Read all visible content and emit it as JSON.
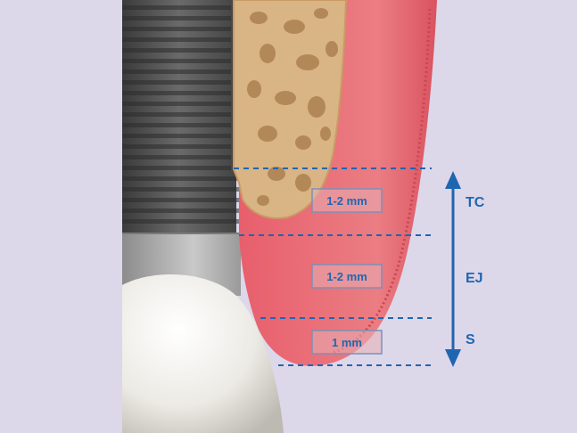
{
  "colors": {
    "background": "#ddd7ea",
    "accent_blue": "#1f66b0",
    "gingiva": "#e7737b",
    "bone": "#d9b485",
    "implant_dark": "#4c4c4c",
    "abutment": "#a7a7a7",
    "crown": "#f1f0ec"
  },
  "measurements": [
    {
      "label": "1-2 mm"
    },
    {
      "label": "1-2 mm"
    },
    {
      "label": "1 mm"
    }
  ],
  "zones": [
    {
      "label": "TC"
    },
    {
      "label": "EJ"
    },
    {
      "label": "S"
    }
  ],
  "icons": [
    "double-arrow-icon"
  ]
}
